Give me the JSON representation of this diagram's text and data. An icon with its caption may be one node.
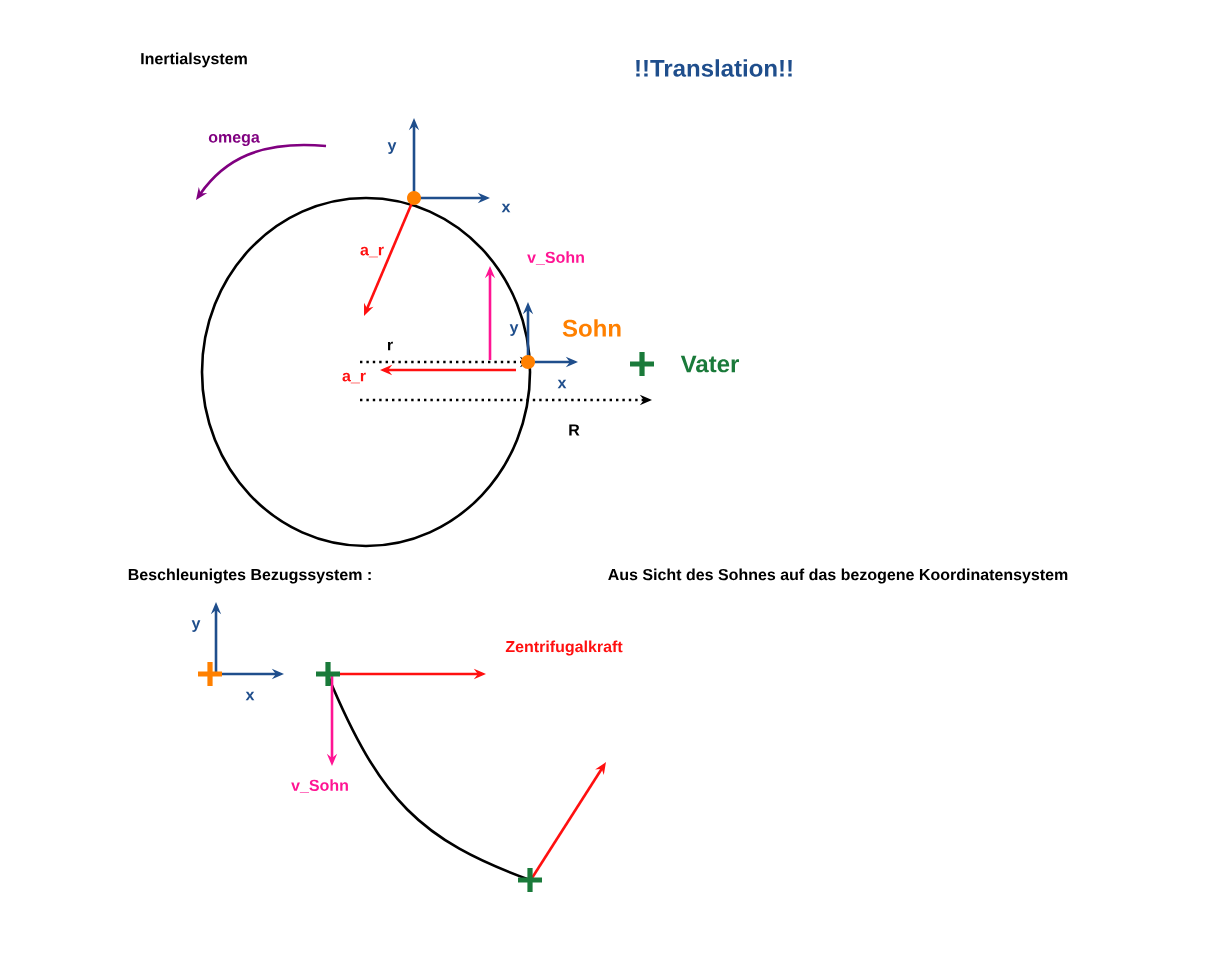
{
  "diagram": {
    "labels": [
      "Inertialsystem",
      "!!Translation!!",
      "omega",
      "y",
      "x",
      "a_r",
      "v_Sohn",
      "y",
      "Sohn",
      "r",
      "a_r",
      "x",
      "Vater",
      "R",
      "Beschleunigtes Bezugssystem :",
      "Aus Sicht des Sohnes auf das bezogene Koordinatensystem",
      "y",
      "Zentrifugalkraft",
      "x",
      "v_Sohn"
    ]
  }
}
